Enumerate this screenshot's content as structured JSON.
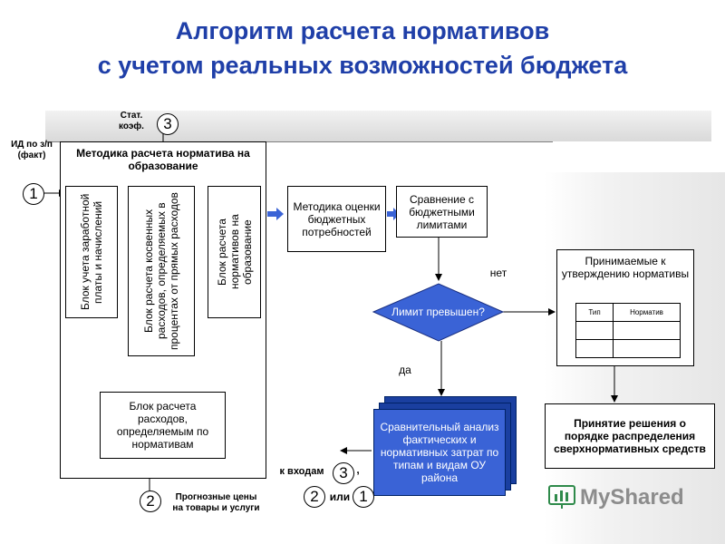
{
  "title": {
    "line1": "Алгоритм расчета нормативов",
    "line2": "с учетом реальных возможностей бюджета"
  },
  "labels": {
    "id_zp": "ИД по з/п (факт)",
    "stat_koef": "Стат. коэф.",
    "methodology_title": "Методика расчета норматива на образование",
    "block_salary": "Блок учета заработной платы и начислений",
    "block_indirect": "Блок расчета косвенных расходов, определяемых в процентах от прямых расходов",
    "block_norms": "Блок расчета нормативов на образование",
    "block_norm_expenses": "Блок расчета расходов, определяемым по нормативам",
    "budget_needs": "Методика оценки бюджетных потребностей",
    "compare_limits": "Сравнение с бюджетными лимитами",
    "limit_exceeded": "Лимит превышен?",
    "no": "нет",
    "yes": "да",
    "accepted_norms": "Принимаемые к утверждению нормативы",
    "table_head": [
      "Тип",
      "Норматив"
    ],
    "decision": "Принятие решения о порядке распределения сверхнормативных средств",
    "comparative": "Сравнительный анализ фактических и нормативных затрат по типам и видам ОУ района",
    "to_inputs": "к входам",
    "comma": ",",
    "or": "или",
    "forecast_prices": "Прогнозные цены на товары и услуги",
    "logo": "MyShared"
  },
  "circles": {
    "c3_top": "3",
    "c1_left": "1",
    "c2_bottom": "2",
    "c3_mid": "3",
    "c2_mid": "2",
    "c1_mid": "1"
  },
  "colors": {
    "title": "#1f3fa8",
    "diamond": "#3a63d6",
    "stack": "#1a3fa0",
    "arrow_blue": "#3a63d6"
  }
}
